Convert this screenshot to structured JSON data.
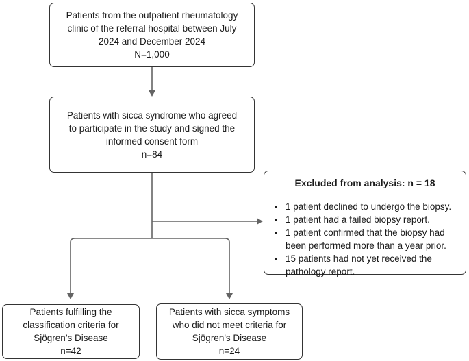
{
  "colors": {
    "background": "#ffffff",
    "box-border": "#343434",
    "text": "#1b1b1b",
    "connector": "#646464"
  },
  "flowchart": {
    "source_box": {
      "lines": [
        "Patients from the outpatient rheumatology",
        "clinic of the referral hospital between July",
        "2024 and December 2024",
        "N=1,000"
      ]
    },
    "consent_box": {
      "lines": [
        "Patients with sicca syndrome who agreed",
        "to participate in the study and signed the",
        "informed consent form",
        "n=84"
      ]
    },
    "excluded_box": {
      "title": "Excluded from analysis: n = 18",
      "bullets": [
        "1 patient declined to undergo the biopsy.",
        "1 patient had a failed biopsy report.",
        "1 patient confirmed that the biopsy had been performed more than a year prior.",
        "15 patients had not yet received the pathology report."
      ]
    },
    "criteria_met_box": {
      "lines": [
        "Patients fulfilling the",
        "classification criteria for",
        "Sjögren’s Disease",
        "n=42"
      ]
    },
    "criteria_not_met_box": {
      "lines": [
        "Patients with sicca symptoms",
        "who did not meet criteria for",
        "Sjögren's Disease",
        "n=24"
      ]
    }
  }
}
